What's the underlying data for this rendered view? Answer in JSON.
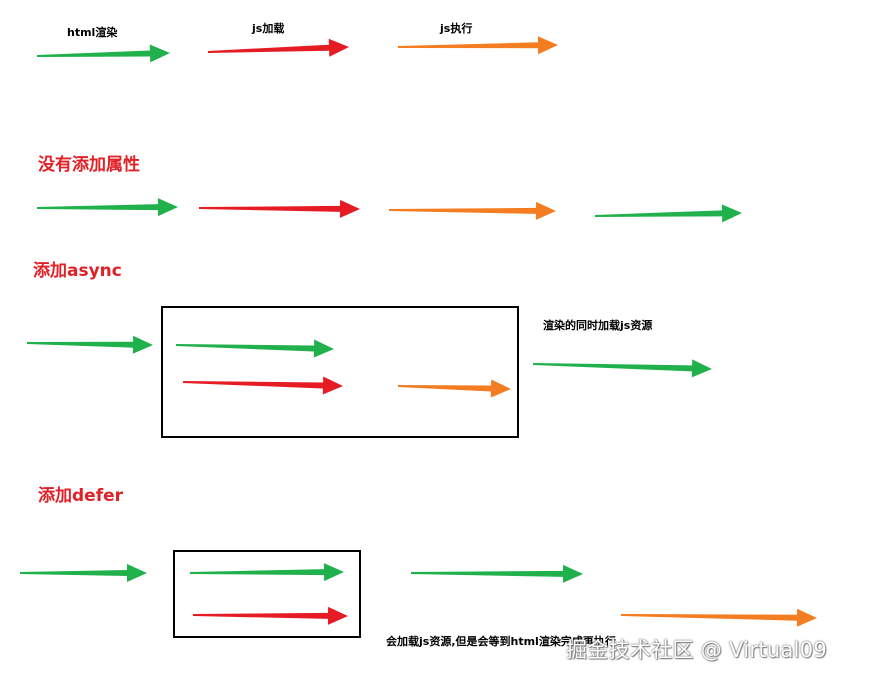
{
  "colors": {
    "html_render": "#21b14c",
    "js_load": "#e51c24",
    "js_exec": "#f47d22",
    "heading": "#e02127"
  },
  "legend": {
    "html_render": "html渲染",
    "js_load": "js加载",
    "js_exec": "js执行"
  },
  "sections": {
    "none": {
      "title": "没有添加属性"
    },
    "async": {
      "title": "添加async",
      "note": "渲染的同时加载js资源"
    },
    "defer": {
      "title": "添加defer",
      "note": "会加载js资源,但是会等到html渲染完成再执行"
    }
  },
  "watermark": "掘金技术社区 @ Virtual09"
}
